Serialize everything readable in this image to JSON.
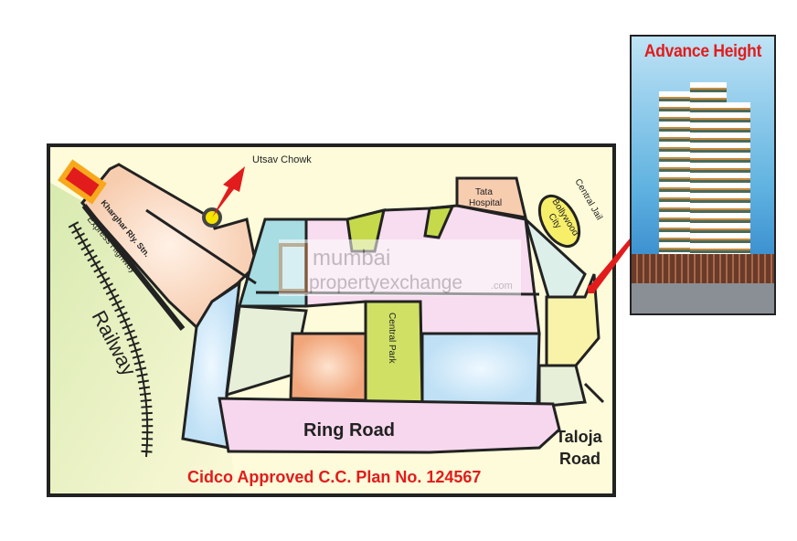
{
  "map": {
    "labels": {
      "utsav_chowk": "Utsav Chowk",
      "kharghar_station": "Kharghar Rly. Stn.",
      "express_highway": "Express Highway",
      "railway": "Railway",
      "tata_hospital_1": "Tata",
      "tata_hospital_2": "Hospital",
      "bollywood_city_1": "Bollywood",
      "bollywood_city_2": "City",
      "central_jail": "Central Jail",
      "central_park": "Central Park",
      "ring_road": "Ring Road",
      "taloja_road_1": "Taloja",
      "taloja_road_2": "Road"
    },
    "footer": "Cidco Approved C.C. Plan No. 124567",
    "watermark": {
      "line1": "mumbai",
      "line2": "propertyexchange",
      "suffix": ".com"
    },
    "colors": {
      "accent_red": "#e21c1c",
      "background": "#fdfbd9",
      "marker_yellow": "#f5e400"
    }
  },
  "photo": {
    "title": "Advance Height"
  }
}
